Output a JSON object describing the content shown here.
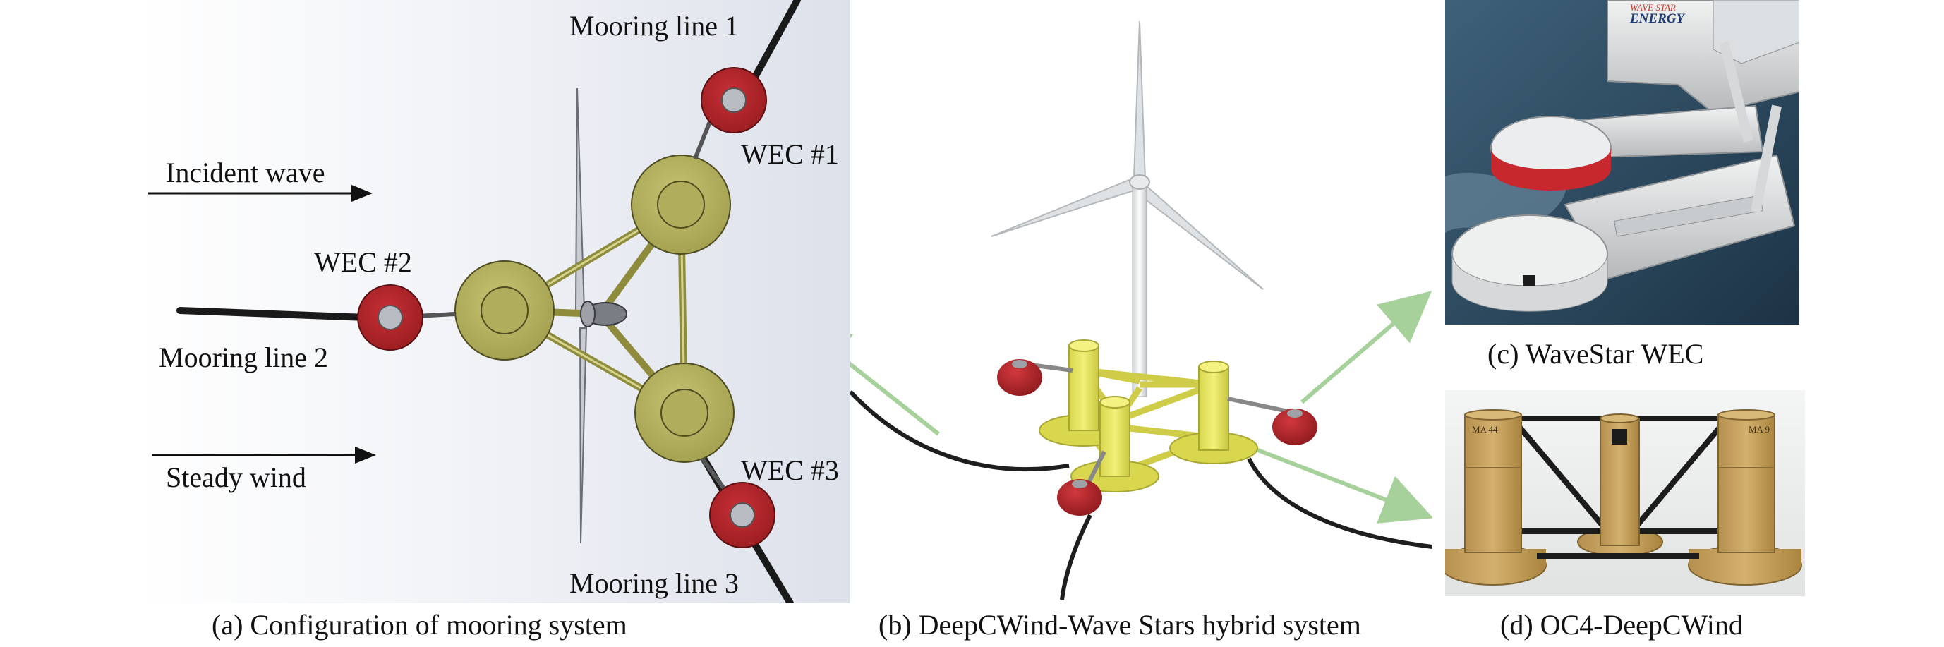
{
  "panel_a": {
    "labels": {
      "mooring1": "Mooring line 1",
      "mooring2": "Mooring line 2",
      "mooring3": "Mooring line 3",
      "wec1": "WEC #1",
      "wec2": "WEC #2",
      "wec3": "WEC #3",
      "incident_wave": "Incident wave",
      "steady_wind": "Steady wind"
    },
    "caption": "(a) Configuration of mooring system"
  },
  "panel_b": {
    "caption": "(b) DeepCWind-Wave Stars hybrid system"
  },
  "panel_c": {
    "caption": "(c) WaveStar WEC",
    "logo_line1": "WAVE STAR",
    "logo_line2": "ENERGY"
  },
  "panel_d": {
    "caption": "(d) OC4-DeepCWind",
    "column_mark_left": "MA 44",
    "column_mark_right": "MA 9"
  },
  "colors": {
    "column_olive": "#b5b35e",
    "wec_red": "#b5262b",
    "float_yellow": "#e9e763",
    "arrow_green": "#a6d19a",
    "sea_blue": "#2d4b63",
    "column_tan": "#c7a25c"
  }
}
